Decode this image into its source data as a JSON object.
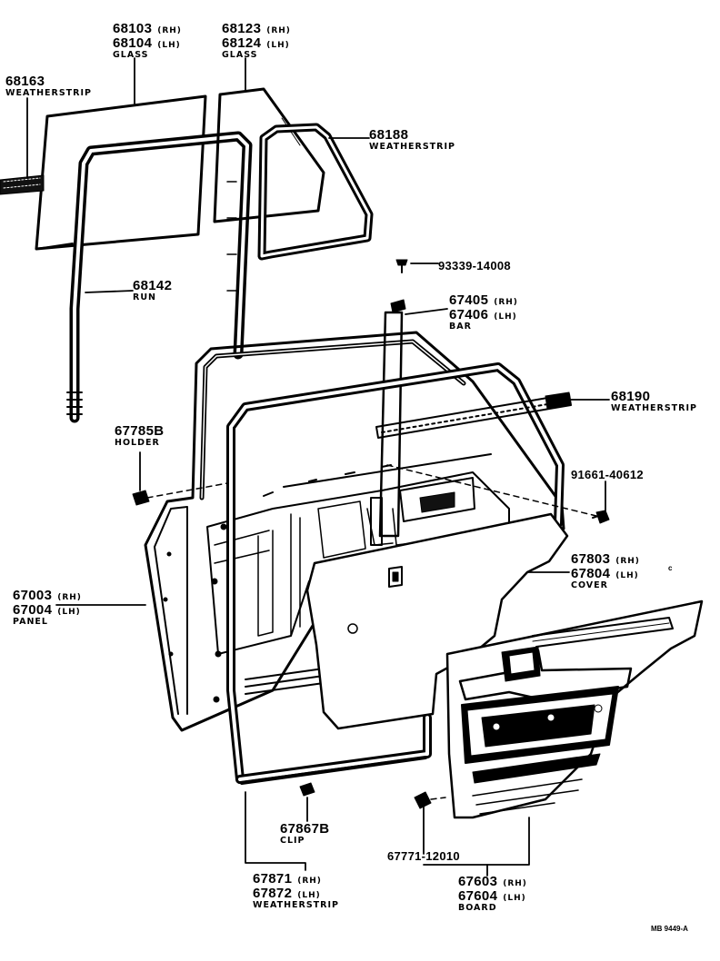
{
  "callouts": [
    {
      "id": "glass-front",
      "lines": [
        {
          "num": "68103",
          "side": "(RH)"
        },
        {
          "num": "68104",
          "side": "(LH)"
        }
      ],
      "name": "GLASS"
    },
    {
      "id": "glass-quarter",
      "lines": [
        {
          "num": "68123",
          "side": "(RH)"
        },
        {
          "num": "68124",
          "side": "(LH)"
        }
      ],
      "name": "GLASS"
    },
    {
      "id": "weatherstrip-68163",
      "lines": [
        {
          "num": "68163",
          "side": ""
        }
      ],
      "name": "WEATHERSTRIP"
    },
    {
      "id": "weatherstrip-68188",
      "lines": [
        {
          "num": "68188",
          "side": ""
        }
      ],
      "name": "WEATHERSTRIP"
    },
    {
      "id": "screw-93339",
      "lines": [
        {
          "num": "93339-14008",
          "side": ""
        }
      ],
      "name": ""
    },
    {
      "id": "run-68142",
      "lines": [
        {
          "num": "68142",
          "side": ""
        }
      ],
      "name": "RUN"
    },
    {
      "id": "bar",
      "lines": [
        {
          "num": "67405",
          "side": "(RH)"
        },
        {
          "num": "67406",
          "side": "(LH)"
        }
      ],
      "name": "BAR"
    },
    {
      "id": "weatherstrip-68190",
      "lines": [
        {
          "num": "68190",
          "side": ""
        }
      ],
      "name": "WEATHERSTRIP"
    },
    {
      "id": "holder-67785b",
      "lines": [
        {
          "num": "67785B",
          "side": ""
        }
      ],
      "name": "HOLDER"
    },
    {
      "id": "bolt-91661",
      "lines": [
        {
          "num": "91661-40612",
          "side": ""
        }
      ],
      "name": ""
    },
    {
      "id": "cover",
      "lines": [
        {
          "num": "67803",
          "side": "(RH)"
        },
        {
          "num": "67804",
          "side": "(LH)"
        }
      ],
      "name": "COVER"
    },
    {
      "id": "panel",
      "lines": [
        {
          "num": "67003",
          "side": "(RH)"
        },
        {
          "num": "67004",
          "side": "(LH)"
        }
      ],
      "name": "PANEL"
    },
    {
      "id": "clip-67867b",
      "lines": [
        {
          "num": "67867B",
          "side": ""
        }
      ],
      "name": "CLIP"
    },
    {
      "id": "clip-67771",
      "lines": [
        {
          "num": "67771-12010",
          "side": ""
        }
      ],
      "name": ""
    },
    {
      "id": "weatherstrip-67871",
      "lines": [
        {
          "num": "67871",
          "side": "(RH)"
        },
        {
          "num": "67872",
          "side": "(LH)"
        }
      ],
      "name": "WEATHERSTRIP"
    },
    {
      "id": "board",
      "lines": [
        {
          "num": "67603",
          "side": "(RH)"
        },
        {
          "num": "67604",
          "side": "(LH)"
        }
      ],
      "name": "BOARD"
    }
  ],
  "drawing_code": "MB 9449-A",
  "stray_mark": "c"
}
